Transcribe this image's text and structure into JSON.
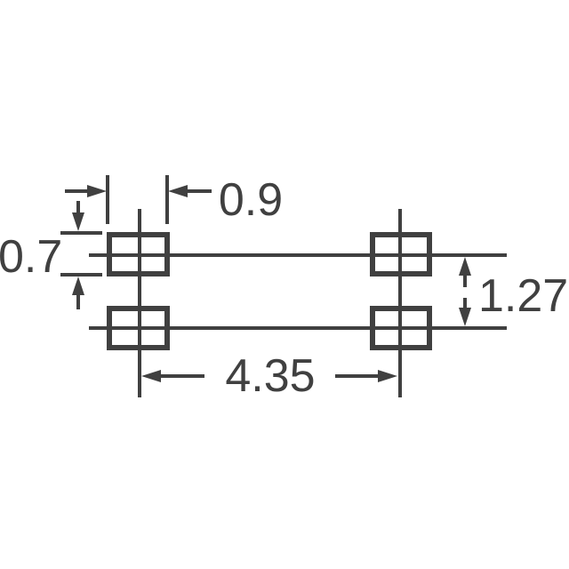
{
  "diagram": {
    "type": "component-land-pattern-dimension-drawing",
    "colors": {
      "stroke": "#404040",
      "background": "#ffffff"
    },
    "dimension_labels": {
      "pad_width": "0.9",
      "pad_height": "0.7",
      "row_pitch": "1.27",
      "column_pitch": "4.35"
    }
  }
}
